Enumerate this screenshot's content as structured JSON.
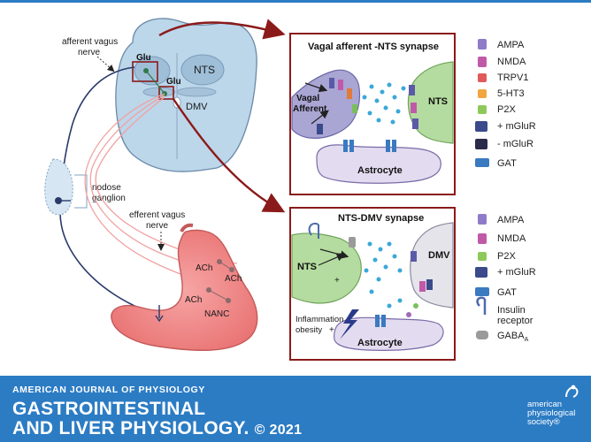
{
  "diagram": {
    "labels": {
      "afferent_vagus_nerve_1": "afferent vagus",
      "afferent_vagus_nerve_2": "nerve",
      "glu_top": "Glu",
      "glu_mid": "Glu",
      "nts_brainstem": "NTS",
      "dmv_brainstem": "DMV",
      "nodose_1": "nodose",
      "nodose_2": "ganglion",
      "efferent_1": "efferent vagus",
      "efferent_2": "nerve",
      "ach_1": "ACh",
      "ach_2": "ACh",
      "ach_3": "ACh",
      "nanc": "NANC"
    },
    "panel_top": {
      "title": "Vagal afferent -NTS synapse",
      "vagal_afferent_1": "Vagal",
      "vagal_afferent_2": "Afferent",
      "nts": "NTS",
      "astrocyte": "Astrocyte"
    },
    "panel_bottom": {
      "title": "NTS-DMV synapse",
      "nts": "NTS",
      "dmv": "DMV",
      "astrocyte": "Astrocyte",
      "inflammation": "Inflammation",
      "obesity": "obesity"
    },
    "legend_top": [
      "AMPA",
      "NMDA",
      "TRPV1",
      "5-HT3",
      "P2X",
      "+ mGluR",
      "- mGluR",
      "GAT"
    ],
    "legend_bottom": [
      "AMPA",
      "NMDA",
      "P2X",
      "+ mGluR",
      "GAT",
      "Insulin",
      "receptor",
      "GABA"
    ],
    "gaba_subscript": "A"
  },
  "banner": {
    "journal": "AMERICAN JOURNAL OF PHYSIOLOGY",
    "title_line1": "GASTROINTESTINAL",
    "title_line2": "AND LIVER PHYSIOLOGY.",
    "copyright": "© 2021",
    "logo_line1": "american",
    "logo_line2": "physiological",
    "logo_line3": "society®"
  },
  "colors": {
    "banner_blue": "#2c7cc4",
    "panel_border": "#8b1a1a",
    "arrow": "#8b1a1a",
    "brainstem": "#bcd6ea",
    "stomach": "#f08a8a",
    "nts_green": "#b5dca0",
    "afferent_purple": "#a9a6d4",
    "astrocyte": "#e3dcf0",
    "dmv_gray": "#e4e4ea"
  }
}
